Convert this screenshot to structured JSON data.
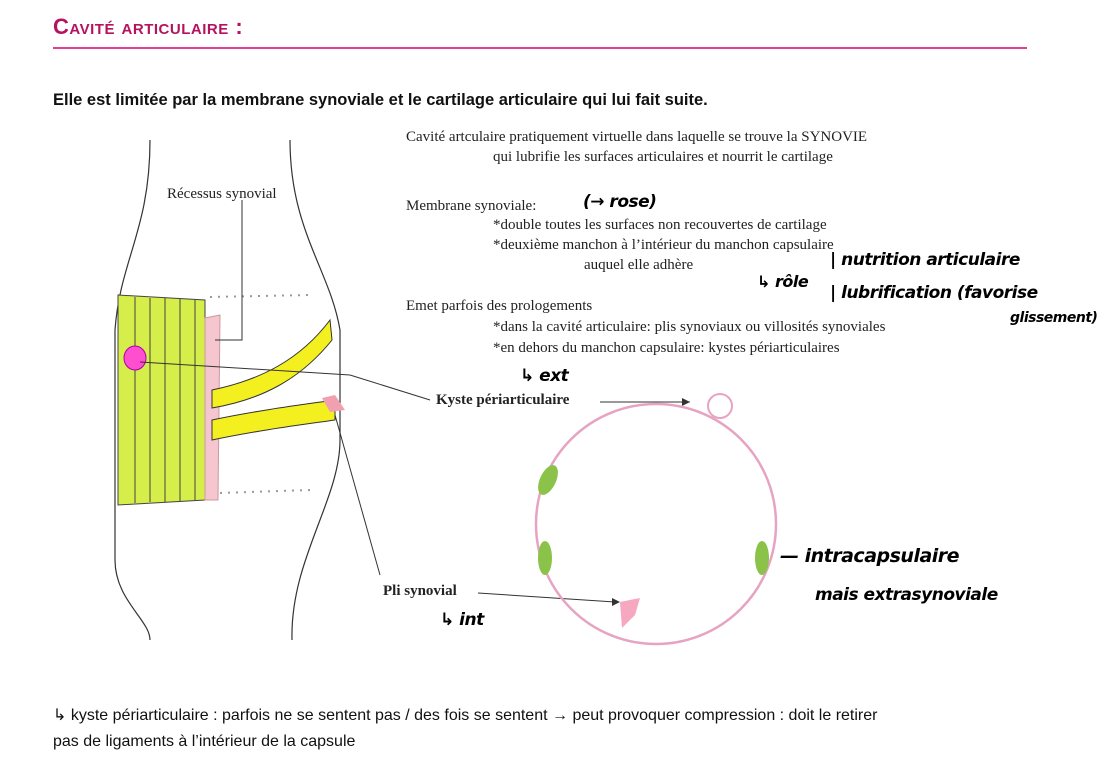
{
  "title": "Cavité articulaire :",
  "intro": "Elle est limitée par la membrane synoviale et le cartilage articulaire qui lui fait suite.",
  "diagram": {
    "recessus": "Récessus synovial",
    "text1_a": "Cavité artculaire pratiquement virtuelle dans laquelle se trouve la SYNOVIE",
    "text1_b": "qui lubrifie les surfaces articulaires et nourrit le cartilage",
    "membrane": "Membrane synoviale:",
    "membrane_1": "*double toutes les surfaces non recouvertes de cartilage",
    "membrane_2": "*deuxième manchon à l’intérieur du manchon capsulaire",
    "membrane_3": "auquel elle adhère",
    "emet": "Emet parfois des prologements",
    "emet_1": "*dans la cavité articulaire: plis synoviaux ou villosités synoviales",
    "emet_2": "*en dehors du manchon capsulaire: kystes périarticulaires",
    "kyste": "Kyste périarticulaire",
    "pli": "Pli synovial"
  },
  "handwritten": {
    "rose": "(→ rose)",
    "role": "↳ rôle",
    "role_1": "| nutrition articulaire",
    "role_2": "| lubrification (favorise",
    "role_3": "glissement)",
    "ext": "↳ ext",
    "int": "↳ int",
    "intra_1": "— intracapsulaire",
    "intra_2": "mais extrasynoviale"
  },
  "footer": {
    "line1": "↳ kyste périarticulaire : parfois ne se sentent pas / des fois se sentent → peut provoquer compression : doit le retirer",
    "line2": "pas de ligaments à l’intérieur de la capsule"
  },
  "colors": {
    "accent": "#b5135f",
    "rule": "#e0409a",
    "green": "#d6ee4a",
    "pink": "#f5c6cf"
  }
}
